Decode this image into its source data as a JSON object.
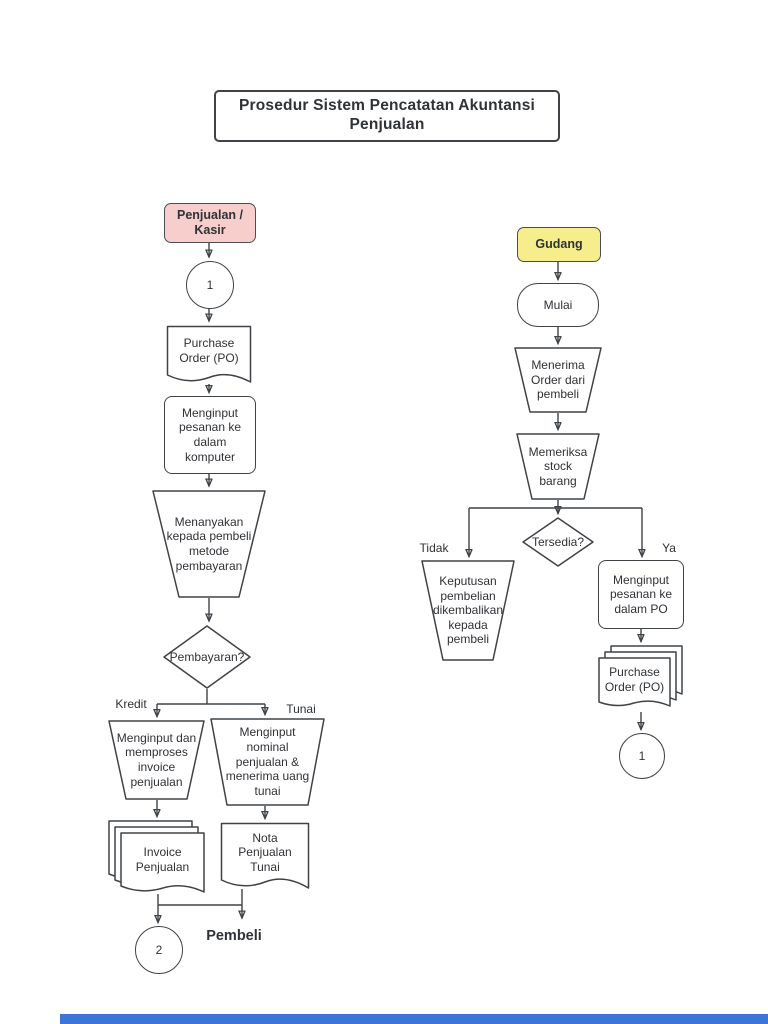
{
  "title": "Prosedur Sistem Pencatatan Akuntansi Penjualan",
  "colors": {
    "kasir_header_fill": "#f8cecc",
    "gudang_header_fill": "#f6ee8d",
    "stroke": "#3f4347",
    "bottom_bar": "#3b76d7"
  },
  "kasir": {
    "header": "Penjualan / Kasir",
    "start_connector": "1",
    "doc_po": "Purchase Order (PO)",
    "input_order": "Menginput pesanan ke dalam komputer",
    "ask_payment": "Menanyakan kepada pembeli metode pembayaran",
    "decision": "Pembayaran?",
    "label_kredit": "Kredit",
    "label_tunai": "Tunai",
    "credit_process": "Menginput dan memproses invoice penjualan",
    "cash_process": "Menginput nominal penjualan & menerima uang tunai",
    "doc_invoice": "Invoice Penjualan",
    "doc_nota": "Nota Penjualan Tunai",
    "end_connector": "2",
    "label_pembeli": "Pembeli"
  },
  "gudang": {
    "header": "Gudang",
    "start": "Mulai",
    "receive_order": "Menerima Order dari pembeli",
    "check_stock": "Memeriksa stock barang",
    "decision": "Tersedia?",
    "label_tidak": "Tidak",
    "label_ya": "Ya",
    "return_decision": "Keputusan pembelian dikembalikan kepada pembeli",
    "input_po": "Menginput pesanan ke dalam PO",
    "doc_po": "Purchase Order (PO)",
    "end_connector": "1"
  }
}
